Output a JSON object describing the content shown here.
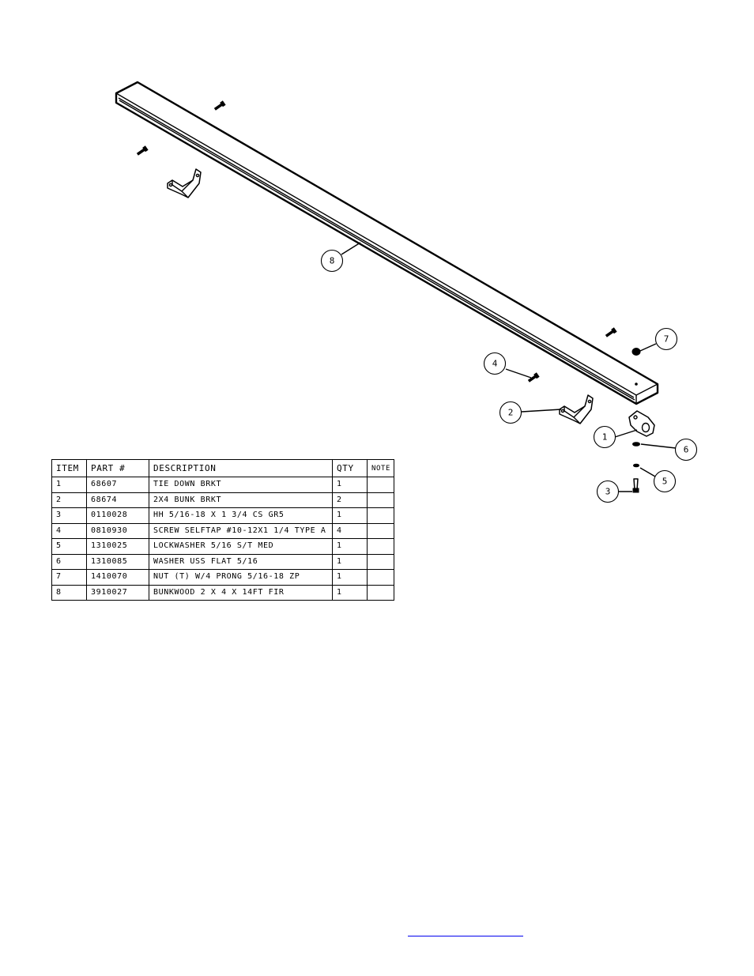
{
  "table": {
    "headers": {
      "item": "ITEM",
      "part": "PART #",
      "description": "DESCRIPTION",
      "qty": "QTY",
      "note": "NOTE"
    },
    "rows": [
      {
        "item": "1",
        "part": "68607",
        "description": "TIE DOWN BRKT",
        "qty": "1",
        "note": ""
      },
      {
        "item": "2",
        "part": "68674",
        "description": "2X4 BUNK BRKT",
        "qty": "2",
        "note": ""
      },
      {
        "item": "3",
        "part": "0110028",
        "description": "HH 5/16-18 X 1 3/4 CS GR5",
        "qty": "1",
        "note": ""
      },
      {
        "item": "4",
        "part": "0810930",
        "description": "SCREW SELFTAP #10-12X1 1/4 TYPE A",
        "qty": "4",
        "note": ""
      },
      {
        "item": "5",
        "part": "1310025",
        "description": "LOCKWASHER 5/16 S/T MED",
        "qty": "1",
        "note": ""
      },
      {
        "item": "6",
        "part": "1310085",
        "description": "WASHER USS FLAT 5/16",
        "qty": "1",
        "note": ""
      },
      {
        "item": "7",
        "part": "1410070",
        "description": "NUT (T) W/4 PRONG 5/16-18 ZP",
        "qty": "1",
        "note": ""
      },
      {
        "item": "8",
        "part": "3910027",
        "description": "BUNKWOOD   2 X 4 X 14FT FIR",
        "qty": "1",
        "note": ""
      }
    ]
  },
  "balloons": {
    "b1": "1",
    "b2": "2",
    "b3": "3",
    "b4": "4",
    "b5": "5",
    "b6": "6",
    "b7": "7",
    "b8": "8"
  },
  "footer": {
    "link_text": ""
  },
  "colors": {
    "line": "#000000",
    "background": "#ffffff",
    "link": "#0000ee"
  }
}
